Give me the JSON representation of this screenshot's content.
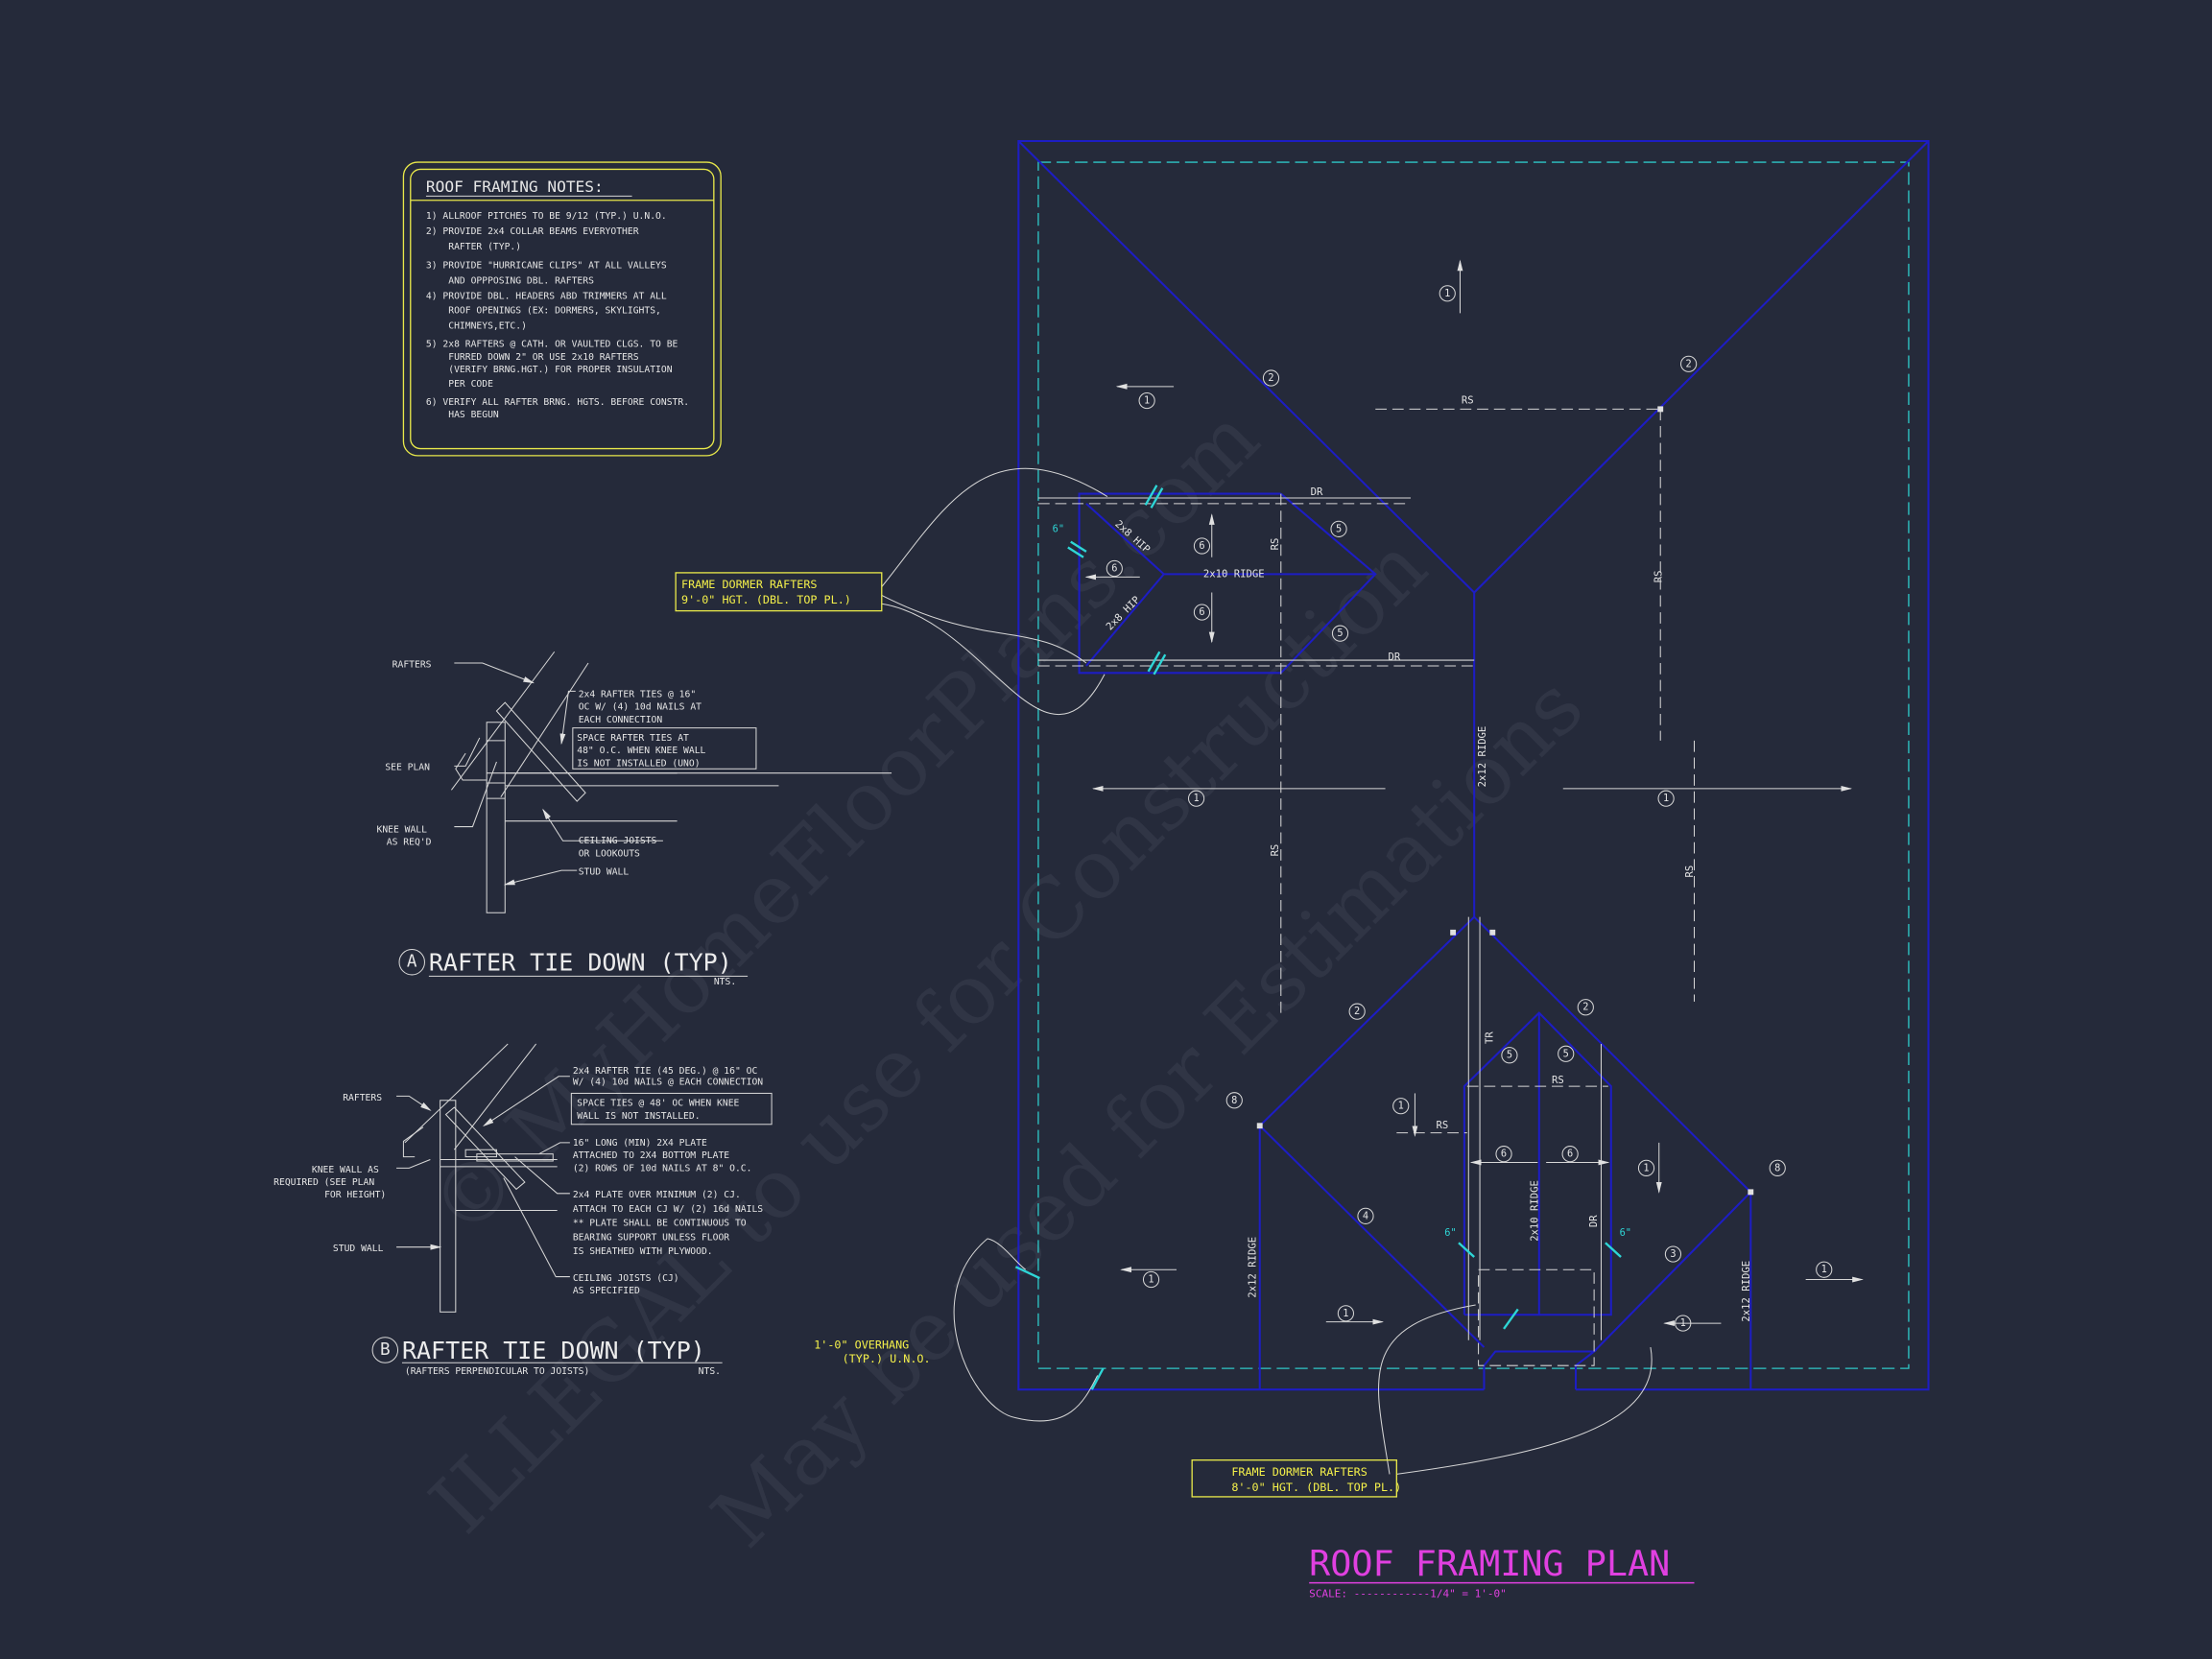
{
  "notes": {
    "title": "ROOF FRAMING NOTES:",
    "lines": [
      "1) ALLROOF PITCHES TO BE  9/12 (TYP.) U.N.O.",
      "2) PROVIDE 2x4 COLLAR BEAMS EVERYOTHER",
      "    RAFTER (TYP.)",
      "3) PROVIDE \"HURRICANE CLIPS\" AT ALL VALLEYS",
      "    AND OPPPOSING DBL. RAFTERS",
      "4) PROVIDE DBL. HEADERS ABD TRIMMERS AT ALL",
      "    ROOF OPENINGS (EX: DORMERS, SKYLIGHTS,",
      "    CHIMNEYS,ETC.)",
      "5) 2x8 RAFTERS @ CATH. OR VAULTED CLGS. TO BE",
      "    FURRED DOWN 2\" OR USE 2x10 RAFTERS",
      "    (VERIFY BRNG.HGT.) FOR PROPER INSULATION",
      "    PER CODE",
      "6) VERIFY ALL RAFTER BRNG. HGTS. BEFORE CONSTR.",
      "    HAS BEGUN"
    ]
  },
  "detail_a": {
    "letter": "A",
    "title": "RAFTER TIE DOWN (TYP)",
    "nts": "NTS.",
    "rafters": "RAFTERS",
    "see_plan": "SEE PLAN",
    "knee_wall": [
      "KNEE WALL",
      "AS REQ'D"
    ],
    "ties": [
      "2x4 RAFTER TIES @ 16\"",
      "OC W/ (4) 10d NAILS AT",
      "EACH CONNECTION"
    ],
    "space": [
      "SPACE RAFTER TIES AT",
      "48\" O.C. WHEN KNEE WALL",
      "IS NOT INSTALLED (UNO)"
    ],
    "joists": [
      "CEILING JOISTS",
      "OR LOOKOUTS"
    ],
    "stud_wall": "STUD WALL"
  },
  "detail_b": {
    "letter": "B",
    "title": "RAFTER TIE DOWN (TYP)",
    "subtitle": "(RAFTERS PERPENDICULAR TO JOISTS)",
    "nts": "NTS.",
    "rafters": "RAFTERS",
    "knee_wall": [
      "KNEE WALL AS",
      "REQUIRED (SEE PLAN",
      "FOR HEIGHT)"
    ],
    "stud_wall": "STUD WALL",
    "tie": [
      "2x4 RAFTER TIE (45 DEG.) @ 16\" OC",
      "W/ (4) 10d NAILS @ EACH CONNECTION"
    ],
    "space": [
      "SPACE TIES @ 48' OC WHEN KNEE",
      "WALL IS NOT INSTALLED."
    ],
    "plate16": [
      "16\" LONG (MIN) 2X4 PLATE",
      "ATTACHED TO 2X4 BOTTOM PLATE",
      "(2) ROWS OF 10d NAILS AT 8\" O.C."
    ],
    "plate_over": [
      "2x4 PLATE OVER MINIMUM (2) CJ.",
      "ATTACH TO EACH CJ W/ (2) 16d NAILS",
      "** PLATE SHALL BE CONTINUOUS TO",
      "BEARING SUPPORT UNLESS FLOOR",
      "IS SHEATHED WITH PLYWOOD."
    ],
    "joists": [
      "CEILING JOISTS (CJ)",
      "AS SPECIFIED"
    ]
  },
  "callouts": {
    "dormer_upper": [
      "FRAME DORMER RAFTERS",
      "9'-0\" HGT. (DBL. TOP PL.)"
    ],
    "dormer_lower": [
      "FRAME DORMER RAFTERS",
      "8'-0\" HGT. (DBL. TOP PL.)"
    ],
    "overhang": [
      "1'-0\" OVERHANG",
      "(TYP.) U.N.O."
    ]
  },
  "plan": {
    "title": "ROOF FRAMING PLAN",
    "scale": "SCALE: ------------1/4\" = 1'-0\"",
    "labels": {
      "rs": "RS",
      "dr": "DR",
      "tr": "TR",
      "ridge_2x12": "2x12 RIDGE",
      "ridge_2x10": "2x10 RIDGE",
      "hip_2x8": "2x8 HIP",
      "six_in": "6\""
    },
    "markers": [
      "1",
      "2",
      "2",
      "1",
      "1",
      "1",
      "2",
      "2",
      "5",
      "5",
      "1",
      "8",
      "6",
      "6",
      "1",
      "8",
      "4",
      "3",
      "1",
      "1",
      "1",
      "1",
      "6",
      "5",
      "6",
      "6",
      "5"
    ]
  },
  "watermark": [
    "© MyHomeFloorPlans.com",
    "ILLEGAL to use for Construction",
    "May be used for Estimations"
  ],
  "colors": {
    "background": "#252a3a",
    "roof_lines": "#1d1dc4",
    "overhang": "#2ec8c8",
    "notes": "#f4f04a",
    "title": "#e040e0"
  }
}
